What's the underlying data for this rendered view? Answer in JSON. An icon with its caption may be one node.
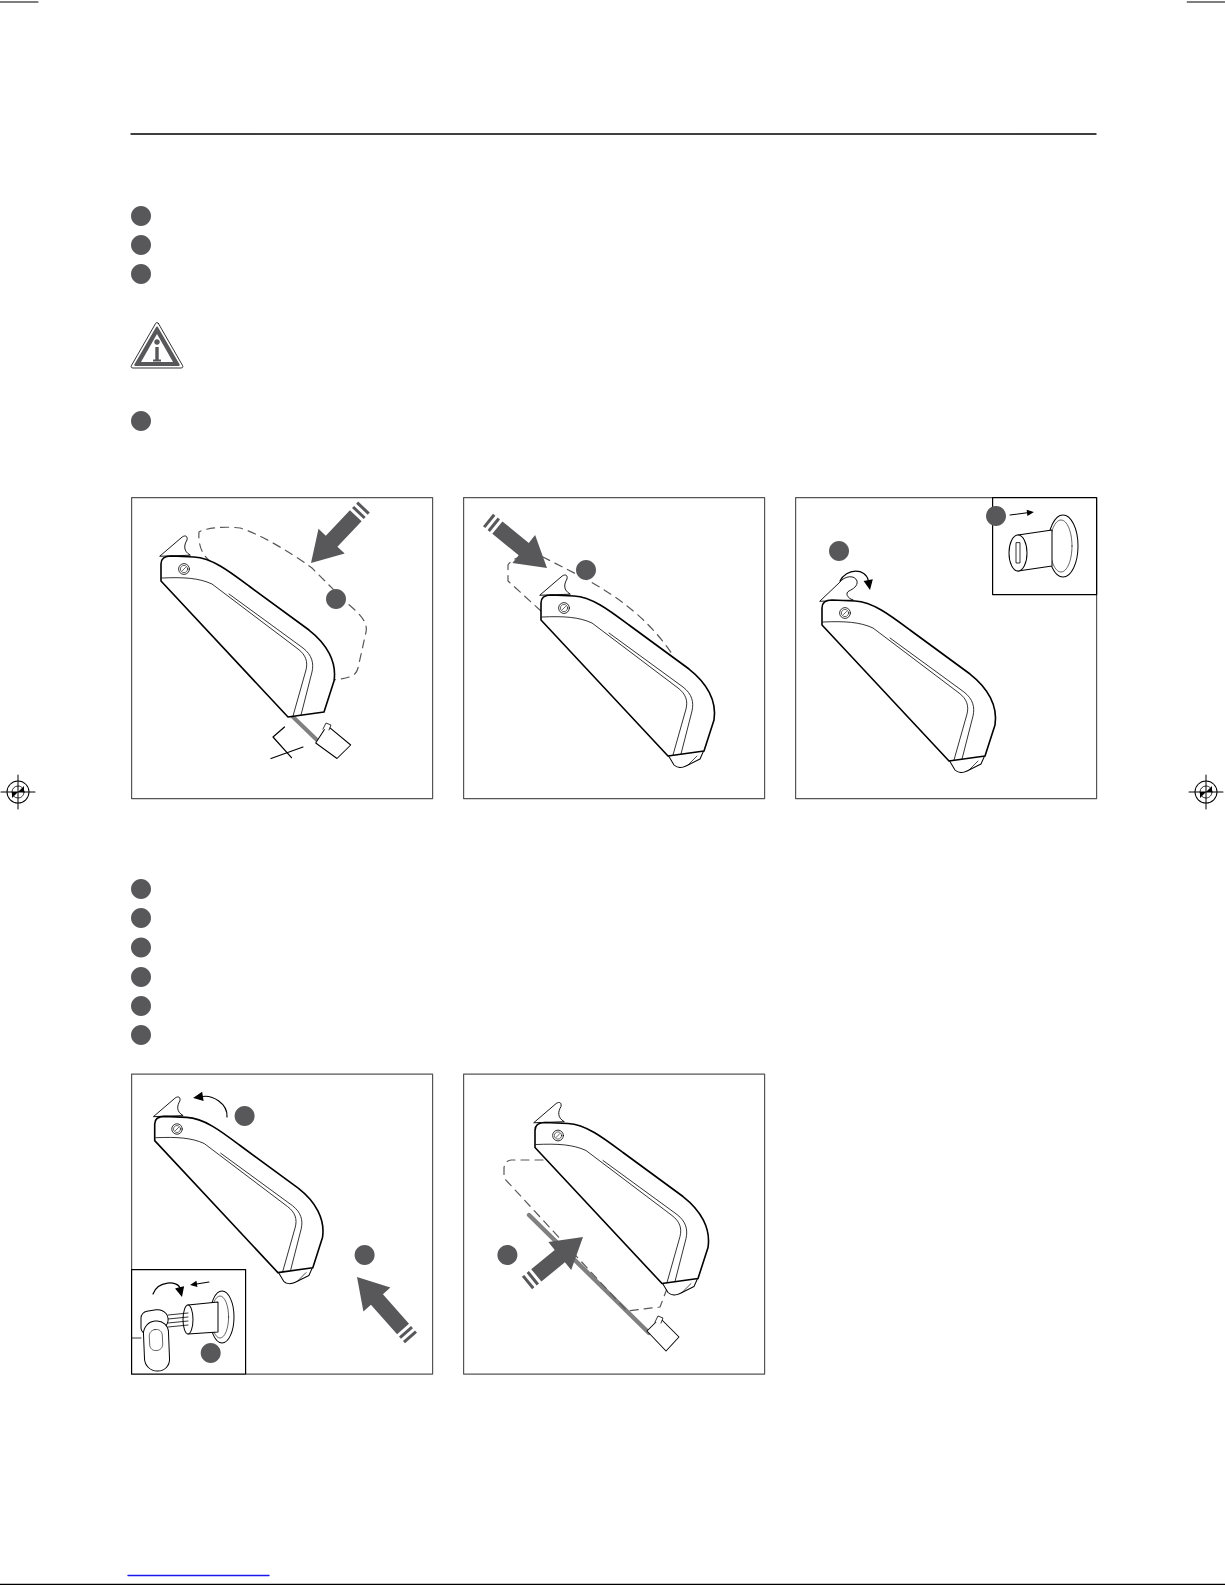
{
  "diagram": {
    "nodes": [
      {
        "text": [],
        "shape": "picture"
      },
      {
        "text": [],
        "shape": "picture"
      },
      {
        "text": [],
        "shape": "picture"
      },
      {
        "text": [],
        "shape": "picture",
        "in": 2
      },
      {
        "text": [],
        "shape": "picture"
      },
      {
        "text": [],
        "shape": "picture",
        "in": 4
      },
      {
        "text": [],
        "shape": "picture"
      }
    ]
  }
}
